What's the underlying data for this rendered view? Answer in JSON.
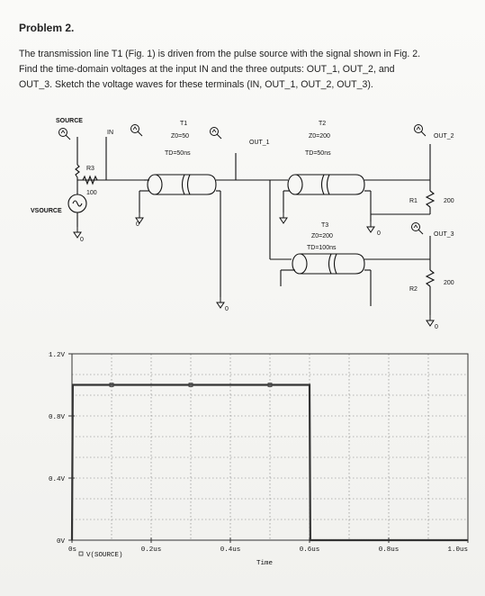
{
  "problem": {
    "title": "Problem 2.",
    "lines": [
      "The transmission line T1 (Fig. 1) is driven from the pulse source with the signal shown in Fig. 2.",
      "Find the time-domain voltages at the input IN and the three outputs: OUT_1, OUT_2, and",
      "OUT_3. Sketch the voltage waves for these terminals (IN, OUT_1, OUT_2, OUT_3)."
    ]
  },
  "schematic": {
    "source_label": "SOURCE",
    "in_label": "IN",
    "vsource_label": "VSOURCE",
    "ground_label": "0",
    "r3": {
      "name": "R3",
      "value": "100"
    },
    "t1": {
      "name": "T1",
      "z0": "Z0=50",
      "td": "TD=50ns"
    },
    "out1_label": "OUT_1",
    "t2": {
      "name": "T2",
      "z0": "Z0=200",
      "td": "TD=50ns"
    },
    "out2_label": "OUT_2",
    "r1": {
      "name": "R1",
      "value": "200"
    },
    "t3": {
      "name": "T3",
      "z0": "Z0=200",
      "td": "TD=100ns"
    },
    "out3_label": "OUT_3",
    "r2": {
      "name": "R2",
      "value": "200"
    }
  },
  "chart_data": {
    "type": "line",
    "xlabel": "Time",
    "x_unit": "us",
    "xlim": [
      0,
      1.0
    ],
    "ylim": [
      0,
      1.2
    ],
    "x_ticks": [
      0,
      0.2,
      0.4,
      0.6,
      0.8,
      1.0
    ],
    "x_tick_labels": [
      "0s",
      "0.2us",
      "0.4us",
      "0.6us",
      "0.8us",
      "1.0us"
    ],
    "y_ticks": [
      0,
      0.4,
      0.8,
      1.2
    ],
    "y_tick_labels": [
      "0V",
      "0.4V",
      "0.8V",
      "1.2V"
    ],
    "grid": true,
    "legend_position": "bottom-left",
    "series": [
      {
        "name": "V(SOURCE)",
        "x": [
          0,
          0.002,
          0.6,
          0.602,
          1.0
        ],
        "y": [
          0,
          1.0,
          1.0,
          0,
          0
        ],
        "color": "#333333"
      }
    ]
  }
}
